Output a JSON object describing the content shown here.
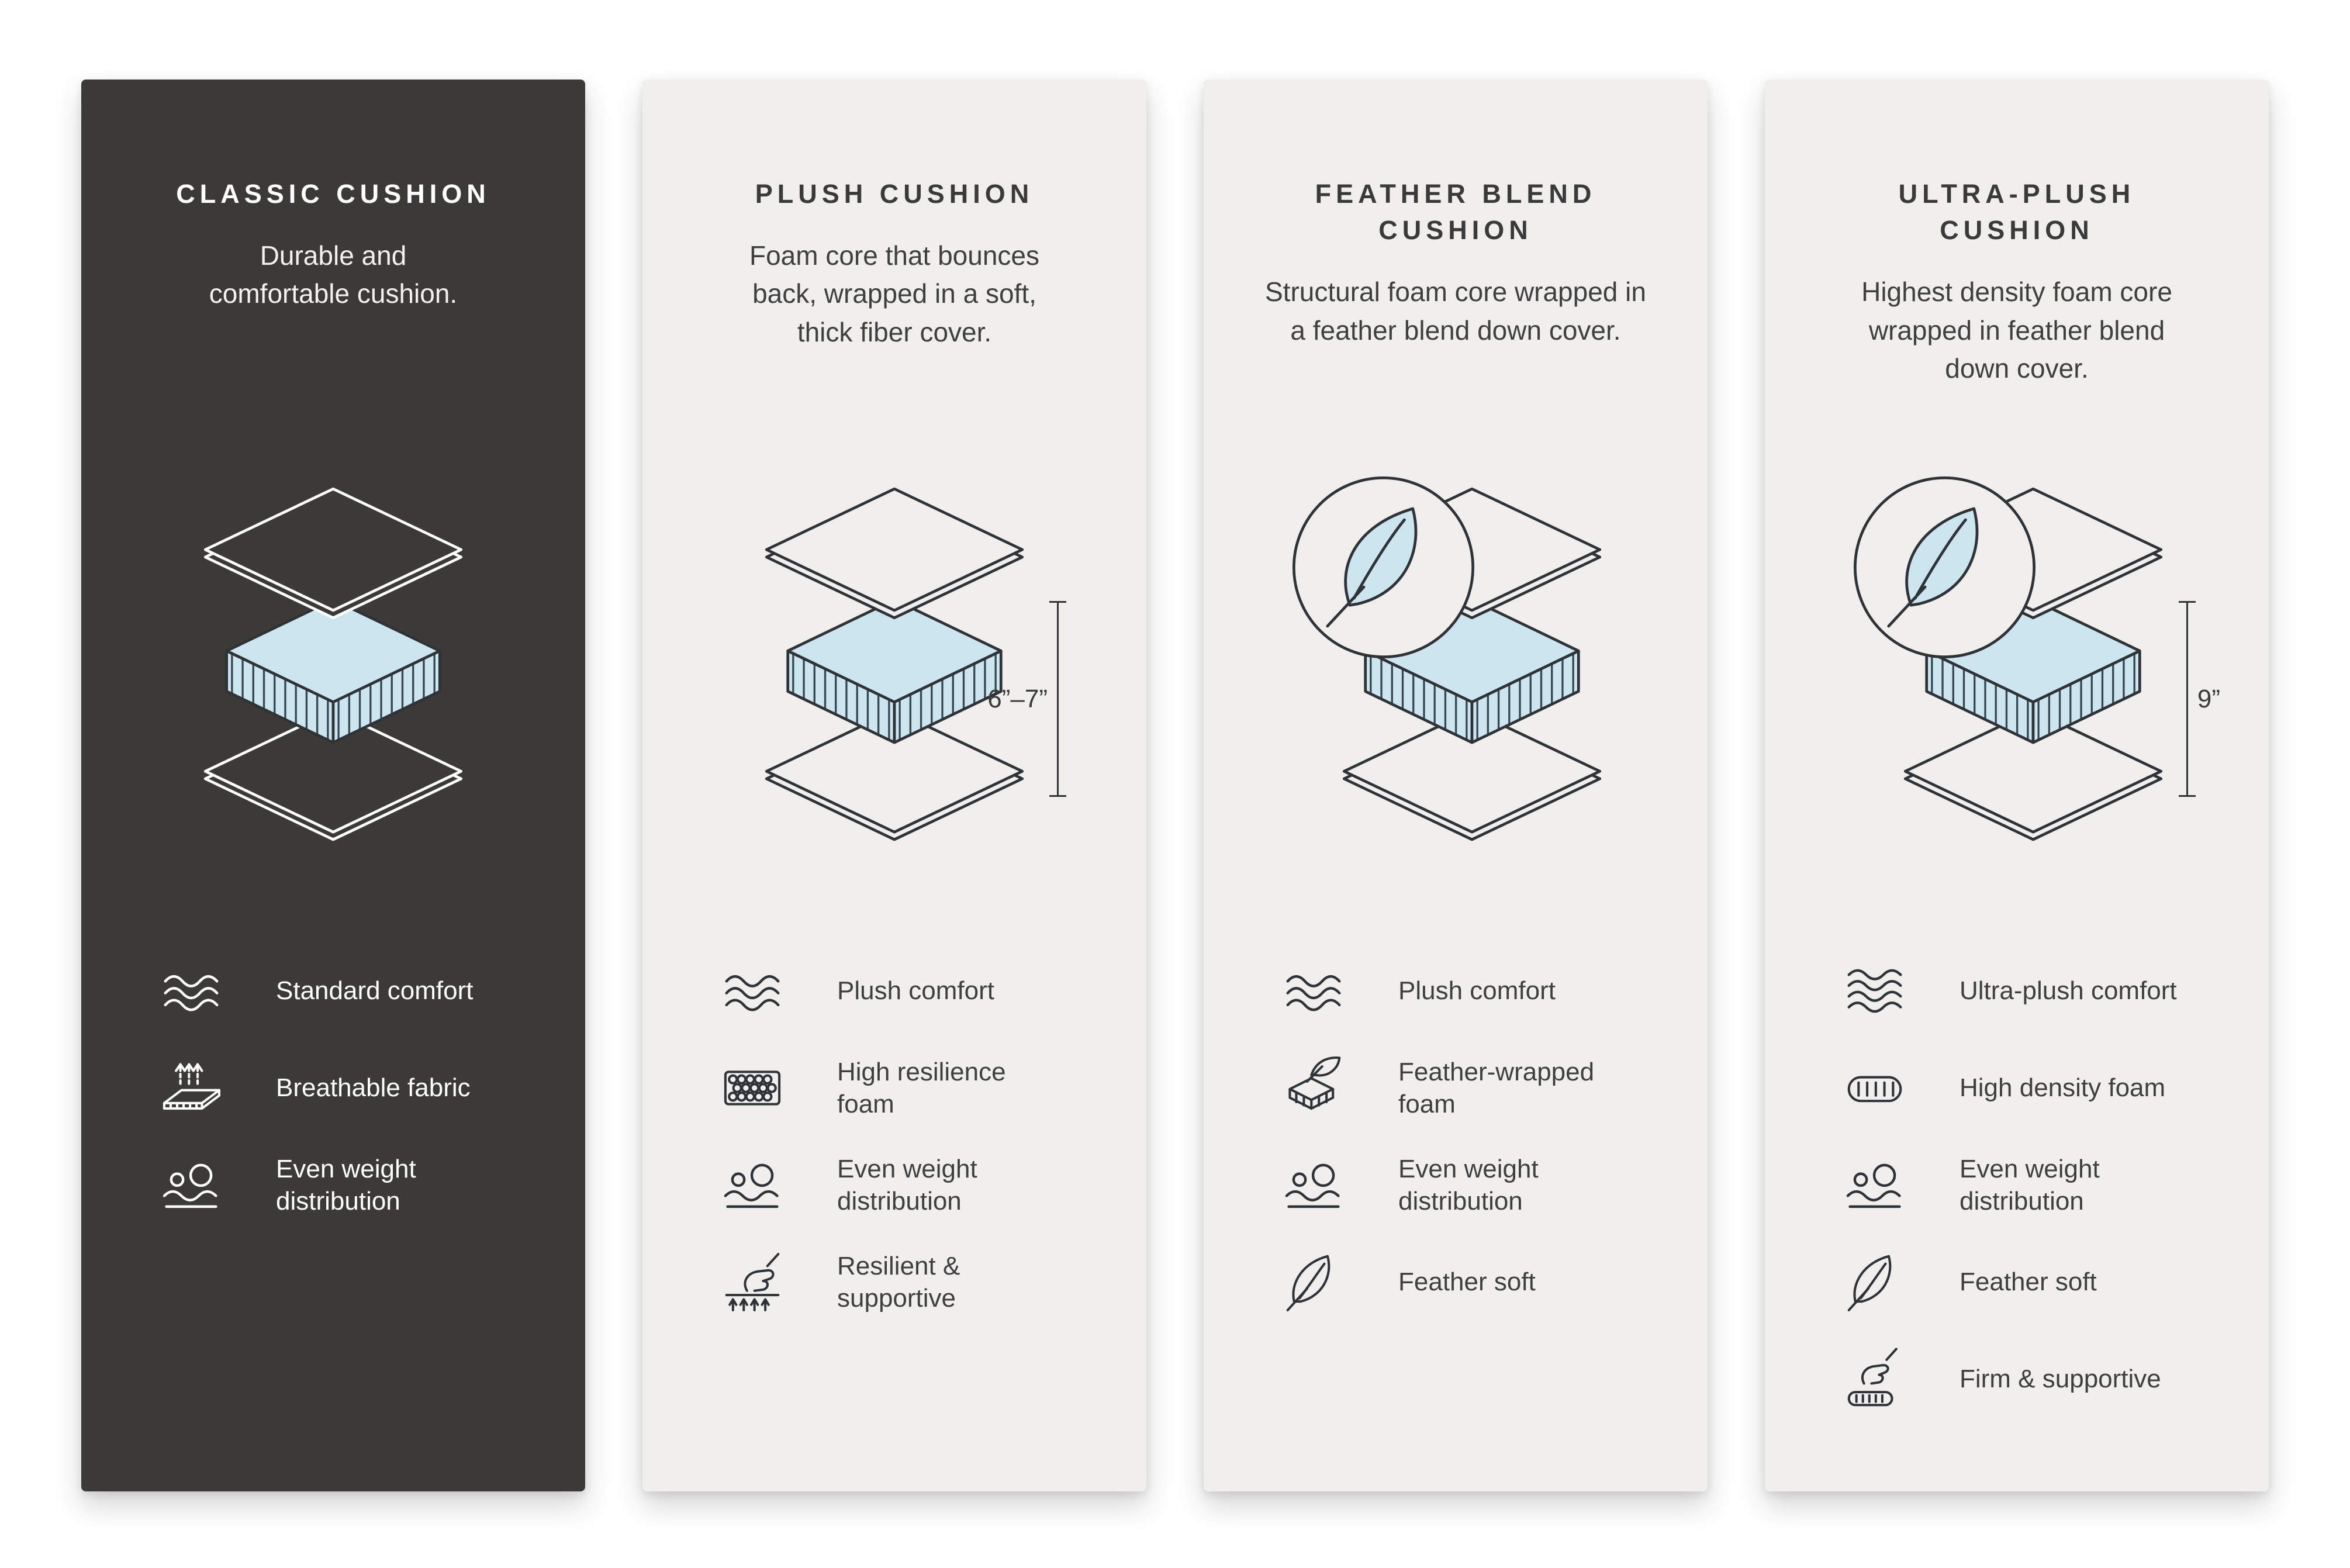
{
  "page": {
    "background": "#ffffff"
  },
  "colors": {
    "dark_panel": "#3b3a37",
    "light_panel": "#f0efee",
    "foam_blue": "#cde5ef",
    "outline_dark": "#2f3338",
    "outline_light": "#ffffff",
    "text_dark": "#3a3a3a",
    "text_light": "#ffffff"
  },
  "panels": [
    {
      "id": "classic",
      "theme": "dark",
      "title": "CLASSIC CUSHION",
      "description": "Durable and\ncomfortable cushion.",
      "feather_badge": false,
      "measurement": null,
      "features": [
        {
          "icon": "comfort-wave-icon",
          "label": "Standard comfort"
        },
        {
          "icon": "breathable-fabric-icon",
          "label": "Breathable fabric"
        },
        {
          "icon": "weight-distribution-icon",
          "label": "Even weight\ndistribution"
        }
      ]
    },
    {
      "id": "plush",
      "theme": "light",
      "title": "PLUSH CUSHION",
      "description": "Foam core that bounces\nback, wrapped in a soft,\nthick fiber cover.",
      "feather_badge": false,
      "measurement": "6”–7”",
      "features": [
        {
          "icon": "comfort-wave-icon",
          "label": "Plush comfort"
        },
        {
          "icon": "foam-cells-icon",
          "label": "High resilience\nfoam"
        },
        {
          "icon": "weight-distribution-icon",
          "label": "Even weight\ndistribution"
        },
        {
          "icon": "resilient-support-icon",
          "label": "Resilient &\nsupportive"
        }
      ]
    },
    {
      "id": "feather-blend",
      "theme": "light",
      "title": "FEATHER BLEND\nCUSHION",
      "description": "Structural foam core wrapped in\na feather blend down cover.",
      "feather_badge": true,
      "measurement": null,
      "features": [
        {
          "icon": "comfort-wave-icon",
          "label": "Plush comfort"
        },
        {
          "icon": "feather-wrapped-foam-icon",
          "label": "Feather-wrapped\nfoam"
        },
        {
          "icon": "weight-distribution-icon",
          "label": "Even weight\ndistribution"
        },
        {
          "icon": "feather-icon",
          "label": "Feather soft"
        }
      ]
    },
    {
      "id": "ultra-plush",
      "theme": "light",
      "title": "ULTRA-PLUSH\nCUSHION",
      "description": "Highest density foam core\nwrapped in feather blend\ndown cover.",
      "feather_badge": true,
      "measurement": "9”",
      "features": [
        {
          "icon": "comfort-wave-icon",
          "label": "Ultra-plush comfort"
        },
        {
          "icon": "high-density-foam-icon",
          "label": "High density foam"
        },
        {
          "icon": "weight-distribution-icon",
          "label": "Even weight\ndistribution"
        },
        {
          "icon": "feather-icon",
          "label": "Feather soft"
        },
        {
          "icon": "firm-support-icon",
          "label": "Firm & supportive"
        }
      ]
    }
  ]
}
